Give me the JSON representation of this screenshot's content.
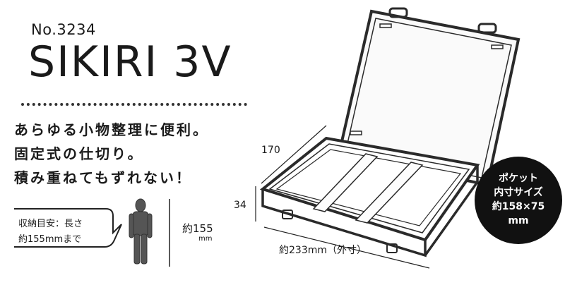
{
  "header": {
    "model_number": "No.3234",
    "product_name": "SIKIRI 3V"
  },
  "features": [
    "あらゆる小物整理に便利。",
    "固定式の仕切り。",
    "積み重ねてもずれない！"
  ],
  "size_guide": {
    "text_line1": "収納目安：長さ",
    "text_line2": "約155mmまで",
    "person_height": "約155",
    "person_height_unit": "mm"
  },
  "dimensions": {
    "depth": "170",
    "height": "34",
    "width": "約233mm（外寸）"
  },
  "pocket_badge": {
    "line1": "ポケット",
    "line2": "内寸サイズ",
    "line3": "約158×75",
    "line4": "mm"
  },
  "colors": {
    "text": "#1a1a1a",
    "badge_background": "#111111",
    "badge_text": "#ffffff"
  }
}
